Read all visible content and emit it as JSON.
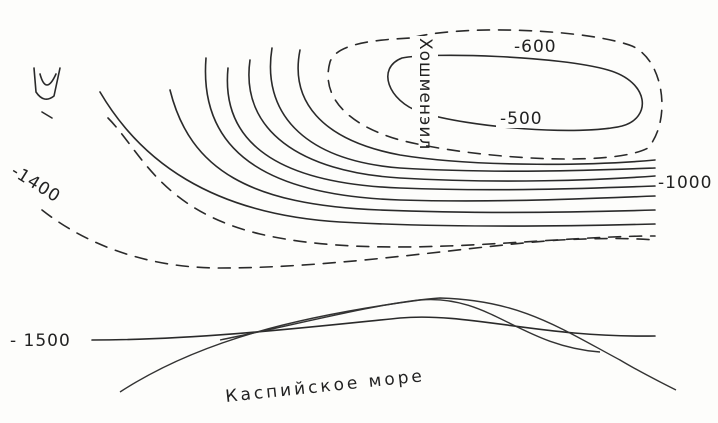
{
  "map": {
    "contour_labels": {
      "c600": "-600",
      "c500": "-500",
      "c1000": "-1000",
      "c1400": "-1400",
      "c1500": "- 1500"
    },
    "place_names": {
      "field": "Хошменэил",
      "sea": "Каспийское море"
    }
  }
}
